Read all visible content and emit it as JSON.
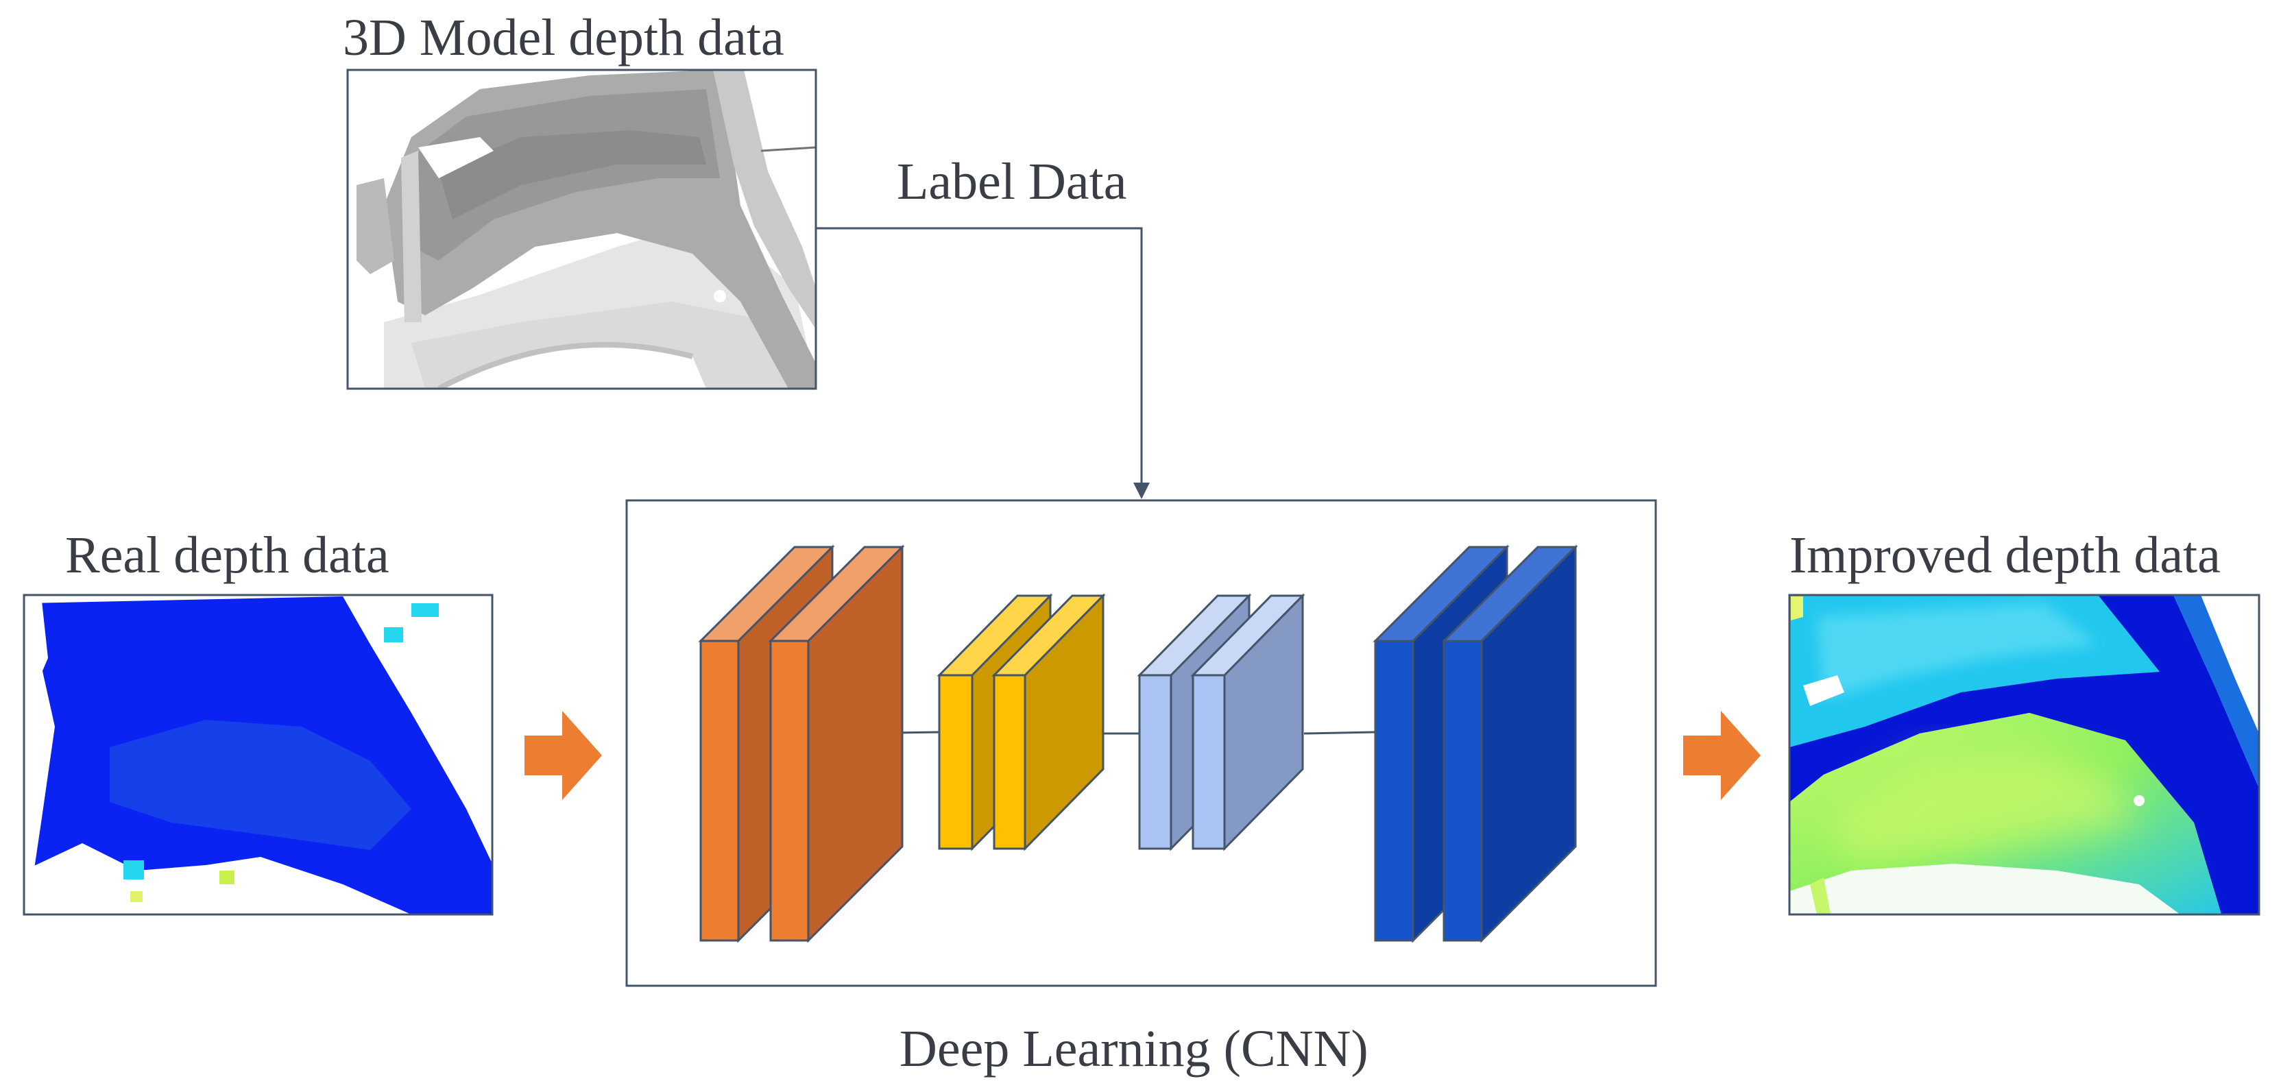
{
  "labels": {
    "model_depth": "3D Model depth data",
    "label_data": "Label Data",
    "real_depth": "Real depth data",
    "improved_depth": "Improved depth data",
    "deep_learning": "Deep Learning (CNN)"
  },
  "colors": {
    "line": "#44546a",
    "arrow_orange": "#ed7d31",
    "cnn_orange": [
      "#f2a06a",
      "#ed7d31",
      "#c0612a"
    ],
    "cnn_gold": [
      "#ffd54a",
      "#ffc000",
      "#cc9a00"
    ],
    "cnn_light_blue": [
      "#c9d9f5",
      "#a9c4f2",
      "#8499c4"
    ],
    "cnn_blue": [
      "#3f74d6",
      "#1554cc",
      "#0e3ea3"
    ],
    "real_depth_blue": "#0a22f2",
    "improved_cyan": "#22c7ee",
    "improved_green": "#a8f05a"
  },
  "icons": {
    "flow_arrow": "orange-block-arrow",
    "connector": "arrowhead-down"
  }
}
